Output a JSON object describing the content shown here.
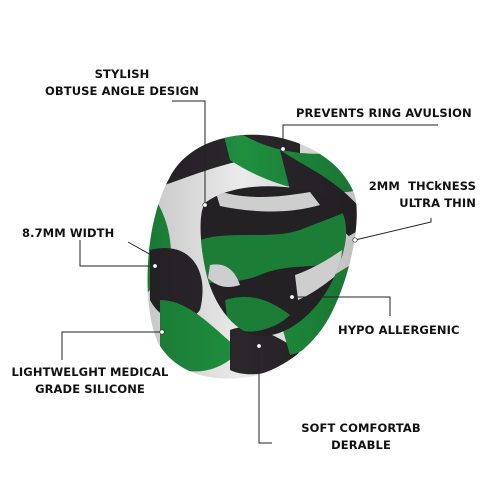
{
  "colors": {
    "background": "#ffffff",
    "ring_green": "#1f8f3e",
    "ring_black": "#2a262b",
    "ring_white": "#ebebeb",
    "leader": "#222222"
  },
  "annotations": {
    "stylish": [
      "STYLISH",
      "OBTUSE ANGLE DESIGN"
    ],
    "avulsion": [
      "PREVENTS RING AVULSION"
    ],
    "thickness": [
      "2MM  THCkNESS",
      "ULTRA THIN"
    ],
    "width": [
      "8.7MM WIDTH"
    ],
    "hypo": [
      "HYPO ALLERGENIC"
    ],
    "medical": [
      "LIGHTWELGHT MEDICAL",
      "GRADE SILICONE"
    ],
    "soft": [
      "SOFT COMFORTAB",
      "DERABLE"
    ]
  }
}
